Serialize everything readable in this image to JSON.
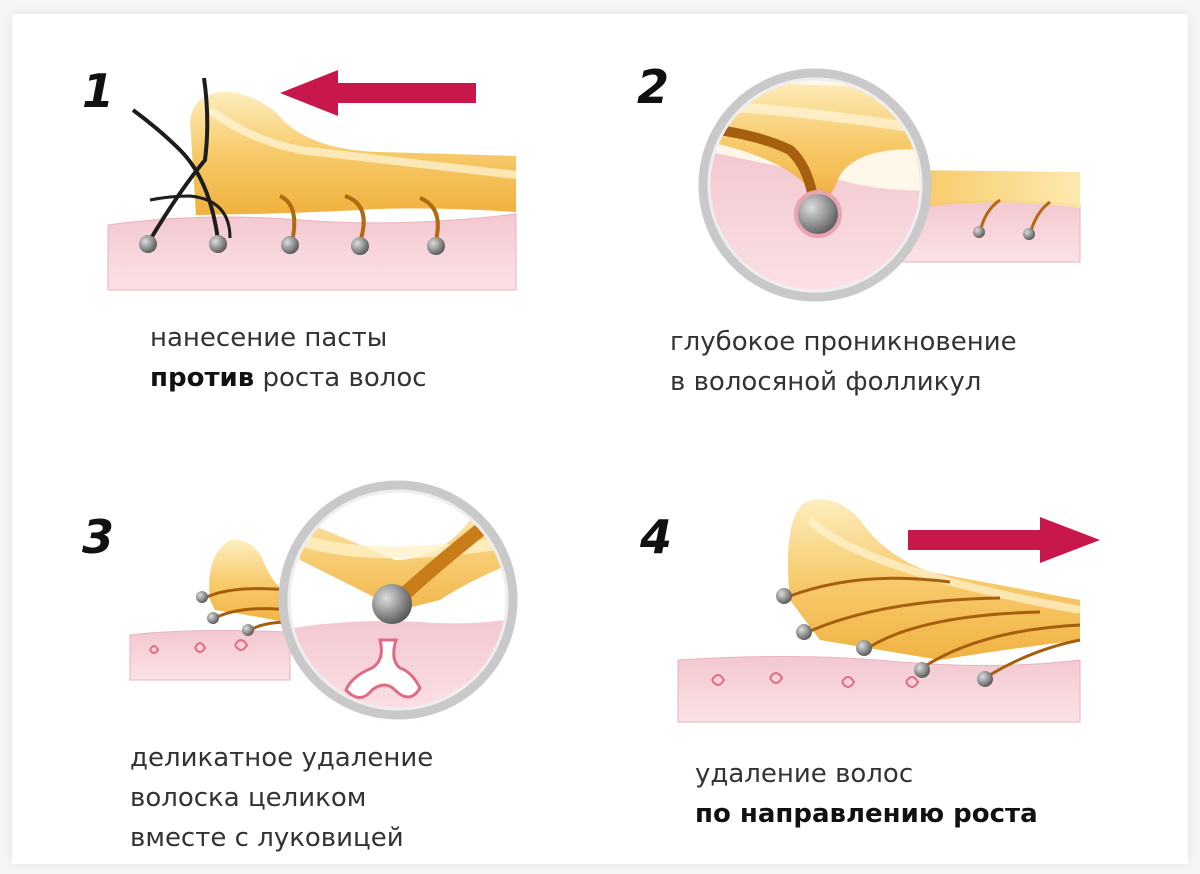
{
  "colors": {
    "skin": "#f7d3d9",
    "skin_edge": "#e8aab6",
    "paste": "#f6c862",
    "paste_light": "#fde9b0",
    "hair": "#1d1d1d",
    "root": "#8a8a8a",
    "arrow": "#c8174b"
  },
  "steps": [
    {
      "number": "1",
      "caption_line1": "нанесение пасты",
      "caption_bold": "против",
      "caption_rest": " роста волос"
    },
    {
      "number": "2",
      "caption_line1": "глубокое проникновение",
      "caption_line2": "в волосяной фолликул"
    },
    {
      "number": "3",
      "caption_line1": "деликатное удаление",
      "caption_line2": "волоска целиком",
      "caption_line3": "вместе с луковицей"
    },
    {
      "number": "4",
      "caption_line1": "удаление волос",
      "caption_bold": "по направлению роста"
    }
  ]
}
